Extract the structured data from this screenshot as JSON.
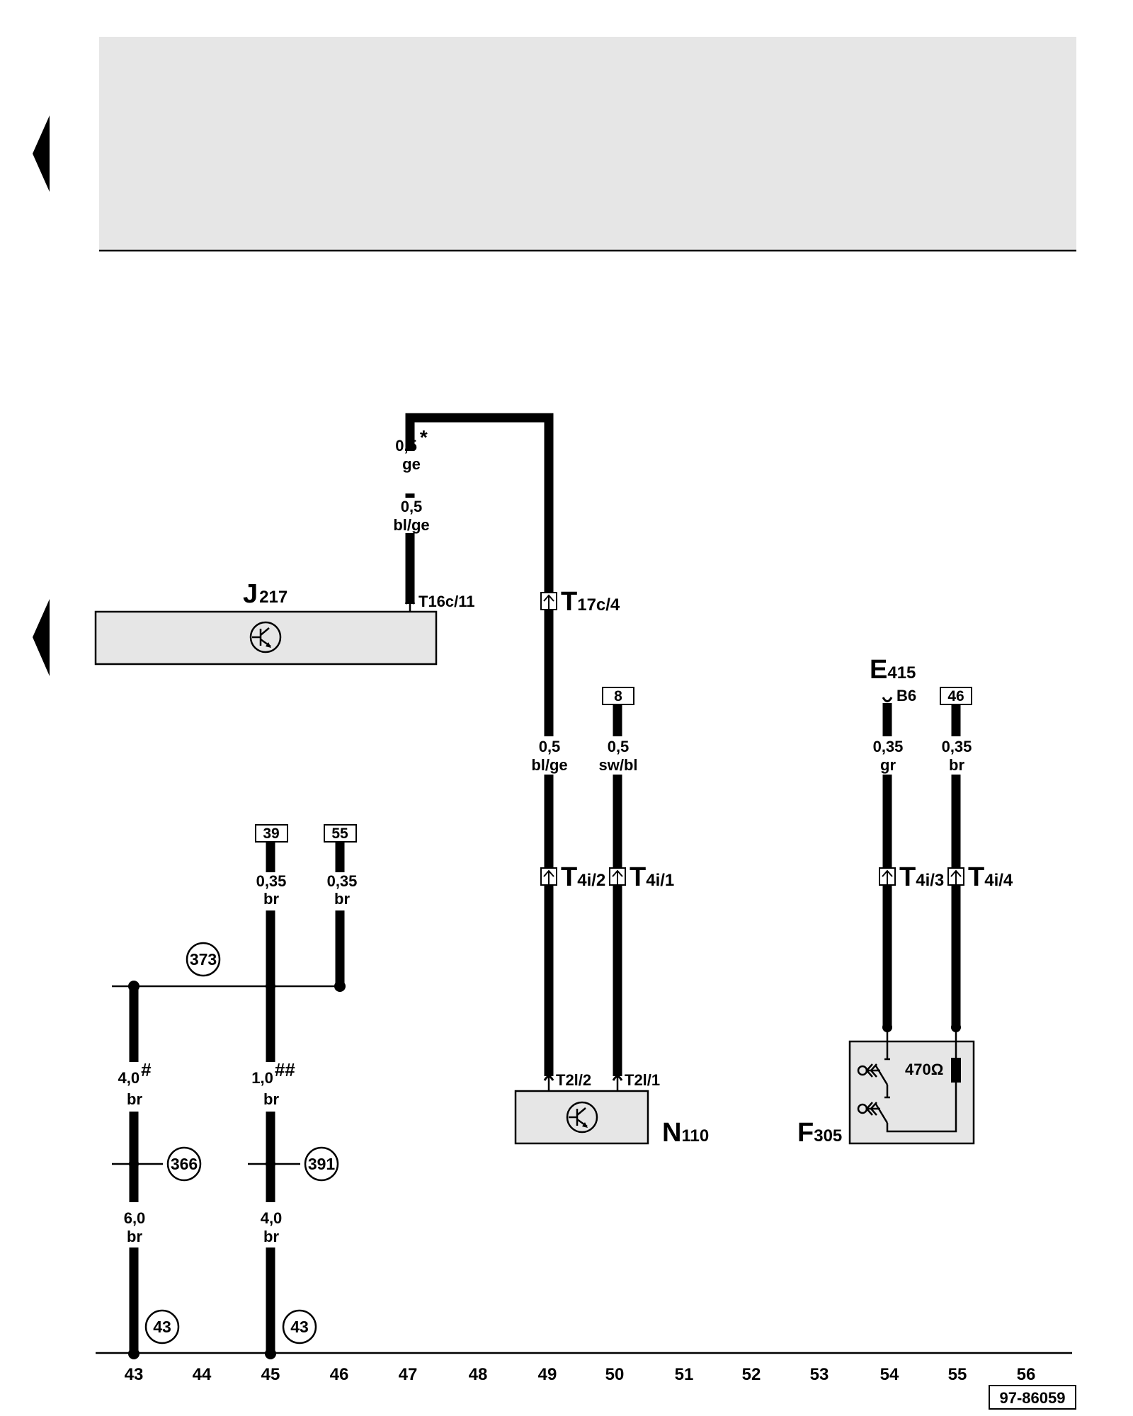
{
  "components": {
    "j217": {
      "letter": "J",
      "number": "217"
    },
    "n110": {
      "letter": "N",
      "number": "110"
    },
    "f305": {
      "letter": "F",
      "number": "305"
    },
    "e415": {
      "letter": "E",
      "number": "415",
      "pin": "B6"
    }
  },
  "connectors": {
    "t16c_11": "T16c/11",
    "t17c_4": {
      "letter": "T",
      "sub": "17c/4"
    },
    "t4i_2": {
      "letter": "T",
      "sub": "4i/2"
    },
    "t4i_1": {
      "letter": "T",
      "sub": "4i/1"
    },
    "t4i_3": {
      "letter": "T",
      "sub": "4i/3"
    },
    "t4i_4": {
      "letter": "T",
      "sub": "4i/4"
    },
    "t2l_2": "T2l/2",
    "t2l_1": "T2l/1"
  },
  "wires": {
    "w47_top": {
      "size": "0,5",
      "mark": "*",
      "color": "ge"
    },
    "w47_bottom": {
      "size": "0,5",
      "color": "bl/ge"
    },
    "w49": {
      "size": "0,5",
      "color": "bl/ge"
    },
    "w50": {
      "size": "0,5",
      "color": "sw/bl"
    },
    "w54": {
      "size": "0,35",
      "color": "gr"
    },
    "w55": {
      "size": "0,35",
      "color": "br"
    },
    "w45_top": {
      "size": "0,35",
      "color": "br"
    },
    "w46": {
      "size": "0,35",
      "color": "br"
    },
    "w43_mid": {
      "size": "4,0",
      "mark": "#",
      "color": "br"
    },
    "w45_mid": {
      "size": "1,0",
      "mark": "##",
      "color": "br"
    },
    "w43_bottom": {
      "size": "6,0",
      "color": "br"
    },
    "w45_bottom": {
      "size": "4,0",
      "color": "br"
    }
  },
  "references": {
    "r8": "8",
    "r46": "46",
    "r39": "39",
    "r55": "55"
  },
  "circles": {
    "c373": "373",
    "c366": "366",
    "c391": "391",
    "c43a": "43",
    "c43b": "43"
  },
  "resistor_label": "470Ω",
  "columns": [
    "43",
    "44",
    "45",
    "46",
    "47",
    "48",
    "49",
    "50",
    "51",
    "52",
    "53",
    "54",
    "55",
    "56"
  ],
  "doc_number": "97-86059"
}
